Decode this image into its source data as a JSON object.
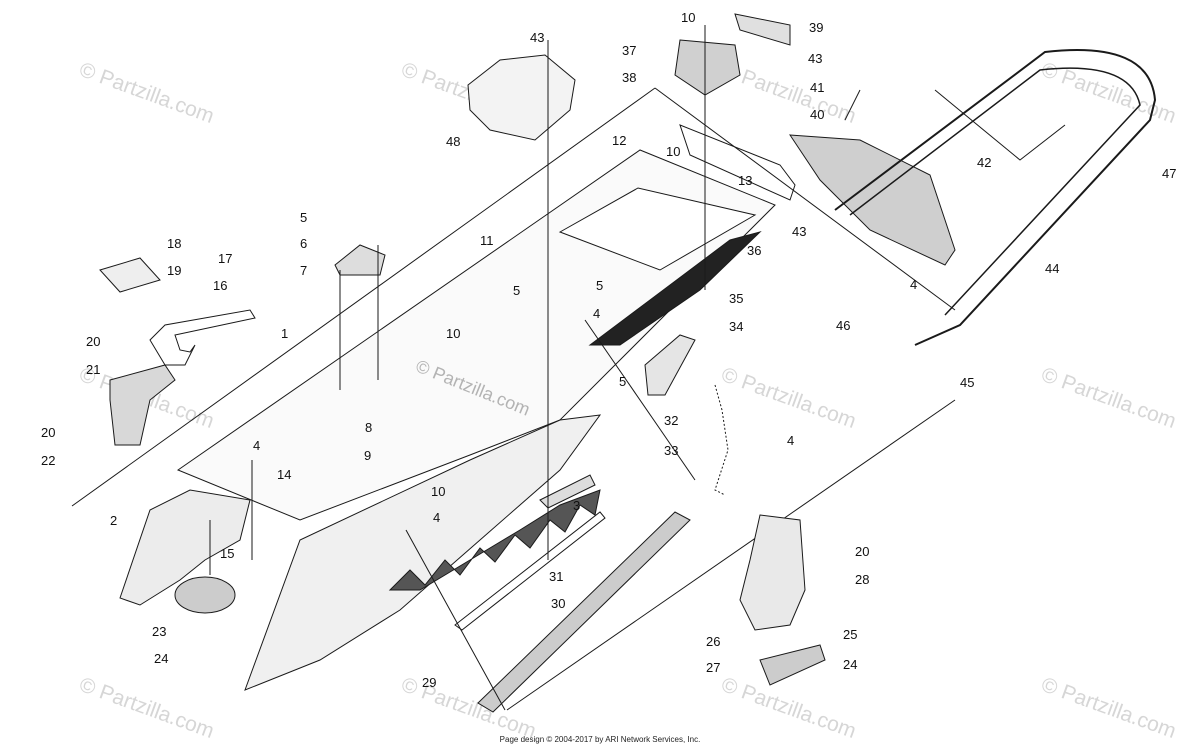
{
  "watermark": "© Partzilla.com",
  "center_watermark": "© Partzilla.com",
  "footer": "Page design © 2004-2017 by ARI Network Services, Inc.",
  "callouts": [
    "1",
    "2",
    "3",
    "4",
    "5",
    "6",
    "7",
    "8",
    "9",
    "10",
    "11",
    "12",
    "13",
    "14",
    "15",
    "16",
    "17",
    "18",
    "19",
    "20",
    "21",
    "22",
    "23",
    "24",
    "25",
    "26",
    "27",
    "28",
    "29",
    "30",
    "31",
    "32",
    "33",
    "34",
    "35",
    "36",
    "37",
    "38",
    "39",
    "40",
    "41",
    "42",
    "43",
    "44",
    "45",
    "46",
    "47",
    "48"
  ],
  "colors": {
    "line": "#1a1a1a",
    "paper": "#ffffff",
    "part_shade": "#e6e6e6",
    "dark_part": "#333333",
    "watermark": "#d6d6d6"
  }
}
